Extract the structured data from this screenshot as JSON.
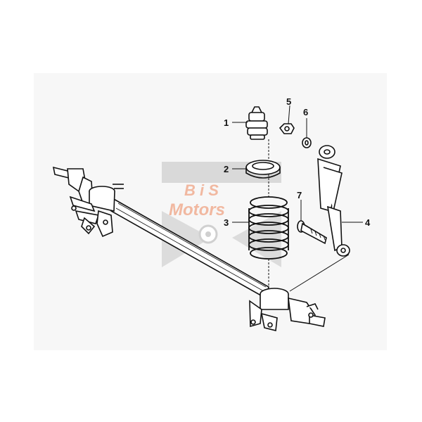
{
  "watermark": {
    "line1": "B i S",
    "line2": "Motors",
    "color": "#f1b8a0"
  },
  "callouts": [
    {
      "id": "1",
      "label": "1"
    },
    {
      "id": "2",
      "label": "2"
    },
    {
      "id": "3",
      "label": "3"
    },
    {
      "id": "4",
      "label": "4"
    },
    {
      "id": "5",
      "label": "5"
    },
    {
      "id": "6",
      "label": "6"
    },
    {
      "id": "7",
      "label": "7"
    }
  ],
  "parts": [
    {
      "callout": "1",
      "icon": "bump-stop-icon"
    },
    {
      "callout": "2",
      "icon": "spring-seat-icon"
    },
    {
      "callout": "3",
      "icon": "coil-spring-icon"
    },
    {
      "callout": "4",
      "icon": "shock-absorber-icon"
    },
    {
      "callout": "5",
      "icon": "nut-icon"
    },
    {
      "callout": "6",
      "icon": "washer-icon"
    },
    {
      "callout": "7",
      "icon": "bolt-icon"
    }
  ]
}
